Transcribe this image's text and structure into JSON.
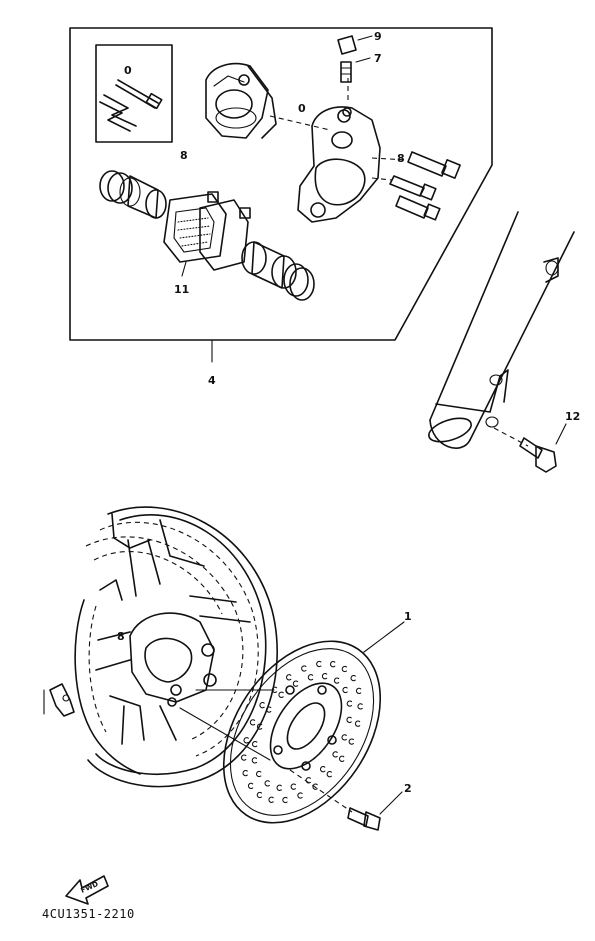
{
  "diagram": {
    "drawing_code": "4CU1351-2210",
    "callouts": {
      "c1": "1",
      "c2": "2",
      "c4": "4",
      "c7": "7",
      "c8": "8",
      "c9": "9",
      "c11": "11",
      "c12": "12",
      "c_frame_a": "0",
      "c_frame_b": "8"
    },
    "direction_label": "FWD"
  }
}
